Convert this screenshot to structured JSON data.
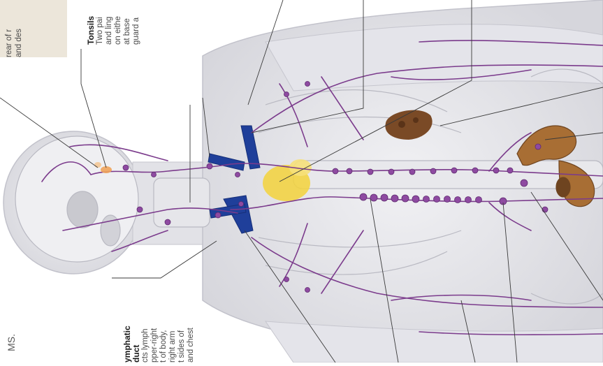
{
  "notes": {
    "rear": "rear of r\nand des",
    "tonsils_title": "Tonsils",
    "tonsils_text": "Two pai\nand ling\non eithe\nat base\nguard a",
    "duct_title": "ymphatic\nduct",
    "duct_text": "cts lymph\npper-right\nt of body,\nright arm\nt sides of\nand chest",
    "corner": "MS."
  },
  "colors": {
    "vessel": "#7b3b8c",
    "node": "#8e4aa1",
    "vein": "#1f3f9a",
    "thymus": "#f3d23b",
    "spleen": "#7a4a26",
    "intestine": "#a86e34",
    "body": "#d9d9de",
    "bone": "#eeeeee"
  }
}
